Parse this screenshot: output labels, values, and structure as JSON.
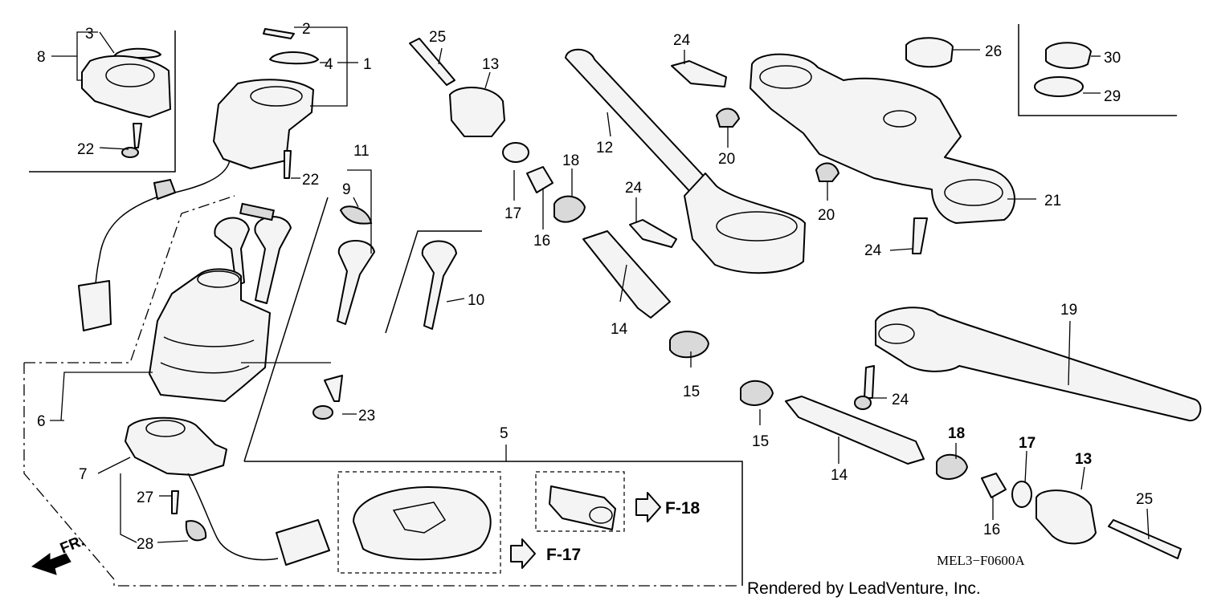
{
  "callouts": {
    "c1": "1",
    "c2": "2",
    "c3": "3",
    "c4": "4",
    "c5": "5",
    "c6": "6",
    "c7": "7",
    "c8": "8",
    "c9": "9",
    "c10": "10",
    "c11": "11",
    "c12": "12",
    "c13a": "13",
    "c13b": "13",
    "c14a": "14",
    "c14b": "14",
    "c15a": "15",
    "c15b": "15",
    "c16a": "16",
    "c16b": "16",
    "c17a": "17",
    "c17b": "17",
    "c18a": "18",
    "c18b": "18",
    "c19": "19",
    "c20a": "20",
    "c20b": "20",
    "c21": "21",
    "c22a": "22",
    "c22b": "22",
    "c23": "23",
    "c24a": "24",
    "c24b": "24",
    "c24c": "24",
    "c24d": "24",
    "c25a": "25",
    "c25b": "25",
    "c26": "26",
    "c27": "27",
    "c28": "28",
    "c29": "29",
    "c30": "30"
  },
  "refs": {
    "f17": "F-17",
    "f18": "F-18"
  },
  "direction_label": "FR.",
  "diagram_code": "MEL3−F0600A",
  "credit": "Rendered by LeadVenture, Inc."
}
